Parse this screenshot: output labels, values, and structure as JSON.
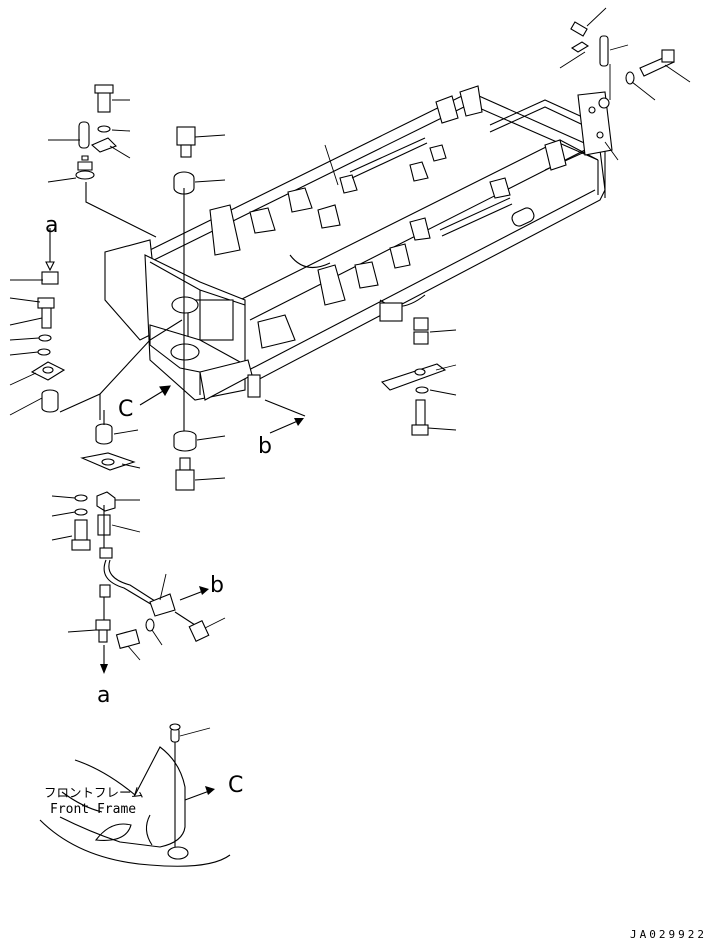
{
  "labels": {
    "a": "a",
    "b": "b",
    "c": "C"
  },
  "note": {
    "jp": "フロントフレーム",
    "en": "Front Frame"
  },
  "drawing_code": "JA029922"
}
